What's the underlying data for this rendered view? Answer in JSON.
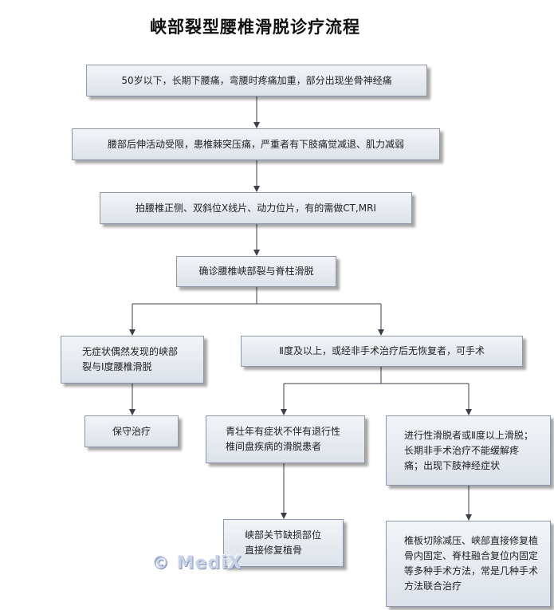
{
  "title": "峡部裂型腰椎滑脱诊疗流程",
  "nodes": {
    "n1": "50岁以下，长期下腰痛，弯腰时疼痛加重，部分出现坐骨神经痛",
    "n2": "腰部后伸活动受限，患椎棘突压痛，严重者有下肢痛觉减退、肌力减弱",
    "n3": "拍腰椎正侧、双斜位X线片、动力位片，有的需做CT,MRI",
    "n4": "确诊腰椎峡部裂与脊柱滑脱",
    "n5": "无症状偶然发现的峡部裂与Ⅰ度腰椎滑脱",
    "n6": "Ⅱ度及以上，或经非手术治疗后无恢复者，可手术",
    "n7": "保守治疗",
    "n8": "青壮年有症状不伴有退行性椎间盘疾病的滑脱患者",
    "n9": "进行性滑脱者或Ⅱ度以上滑脱；长期非手术治疗不能缓解疼痛；出现下肢神经症状",
    "n10": "峡部关节缺损部位直接修复植骨",
    "n11": "椎板切除减压、峡部直接修复植骨内固定、脊柱融合复位内固定等多种手术方法，常是几种手术方法联合治疗"
  },
  "watermark": "© MediX",
  "colors": {
    "box_border": "#8c97a8",
    "line": "#3a3f4a",
    "watermark": "#c9d3e8"
  }
}
